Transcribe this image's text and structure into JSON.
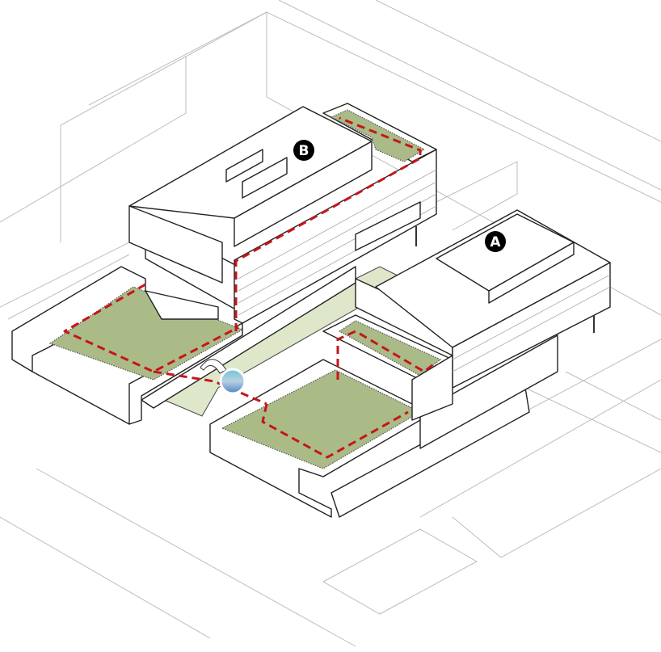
{
  "diagram": {
    "building_labels": [
      {
        "id": "building-a",
        "text": "A"
      },
      {
        "id": "building-b",
        "text": "B"
      }
    ],
    "colors": {
      "roof_garden": "#aabb88",
      "ground_park": "#dee7c9",
      "route": "#c4161c",
      "marker": "#6fa8d0"
    },
    "icons": [
      "person-marker-icon",
      "slide-icon"
    ]
  }
}
